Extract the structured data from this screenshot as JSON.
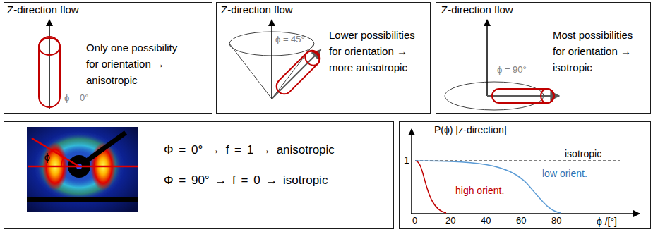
{
  "diagram": {
    "nodes": [
      {
        "text": [
          "Z-direction flow",
          "ϕ = 0°",
          "Only one possibility for orientation → anisotropic"
        ]
      },
      {
        "text": [
          "Z-direction flow",
          "ϕ = 45°",
          "Lower possibilities for orientation → more anisotropic"
        ]
      },
      {
        "text": [
          "Z-direction flow",
          "ϕ = 90°",
          "Most possibilities for orientation → isotropic"
        ]
      },
      {
        "text": [
          "ϕ",
          "Φ = 0° → f = 1 → anisotropic",
          "Φ = 90° → f = 0 → isotropic"
        ]
      },
      {
        "text": [
          "P(ϕ) [z-direction]",
          "1",
          "isotropic",
          "low orient.",
          "high orient.",
          "0",
          "20",
          "40",
          "60",
          "80",
          "ϕ /[°]"
        ]
      }
    ]
  }
}
